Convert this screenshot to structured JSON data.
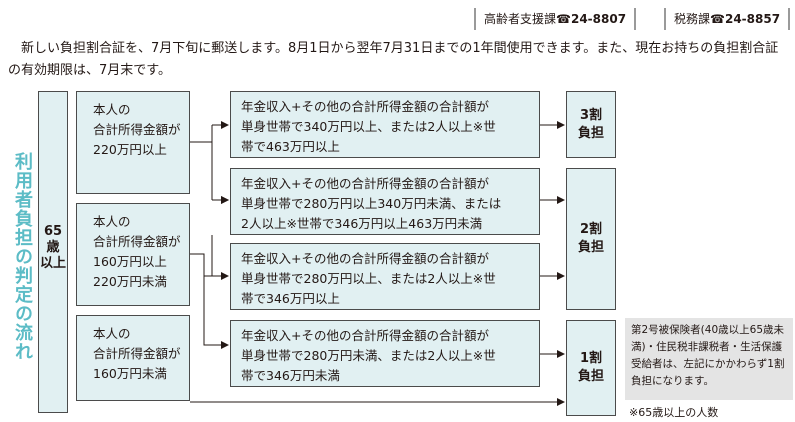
{
  "contacts": [
    {
      "dept": "高齢者支援課",
      "phone": "24-8807"
    },
    {
      "dept": "税務課",
      "phone": "24-8857"
    }
  ],
  "intro": "新しい負担割合証を、7月下旬に郵送します。8月1日から翌年7月31日までの1年間使用できます。また、現在お持ちの負担割合証の有効期限は、7月末です。",
  "side_title": "利用者負担の判定の流れ",
  "age_label": "65\n歳\n以上",
  "incomes": [
    "本人の\n合計所得金額が\n220万円以上",
    "本人の\n合計所得金額が\n160万円以上\n220万円未満",
    "本人の\n合計所得金額が\n160万円未満"
  ],
  "conditions": [
    "年金収入+その他の合計所得金額の合計額が\n単身世帯で340万円以上、または2人以上※世\n帯で463万円以上",
    "年金収入+その他の合計所得金額の合計額が\n単身世帯で280万円以上340万円未満、または\n2人以上※世帯で346万円以上463万円未満",
    "年金収入+その他の合計所得金額の合計額が\n単身世帯で280万円以上、または2人以上※世\n帯で346万円以上",
    "年金収入+その他の合計所得金額の合計額が\n単身世帯で280万円未満、または2人以上※世\n帯で346万円未満"
  ],
  "ratios": [
    "3割\n負担",
    "2割\n負担",
    "1割\n負担"
  ],
  "note": "第2号被保険者(40歳以上65歳未満)・住民税非課税者・生活保護受給者は、左記にかかわらず1割負担になります。",
  "footnote": "※65歳以上の人数"
}
